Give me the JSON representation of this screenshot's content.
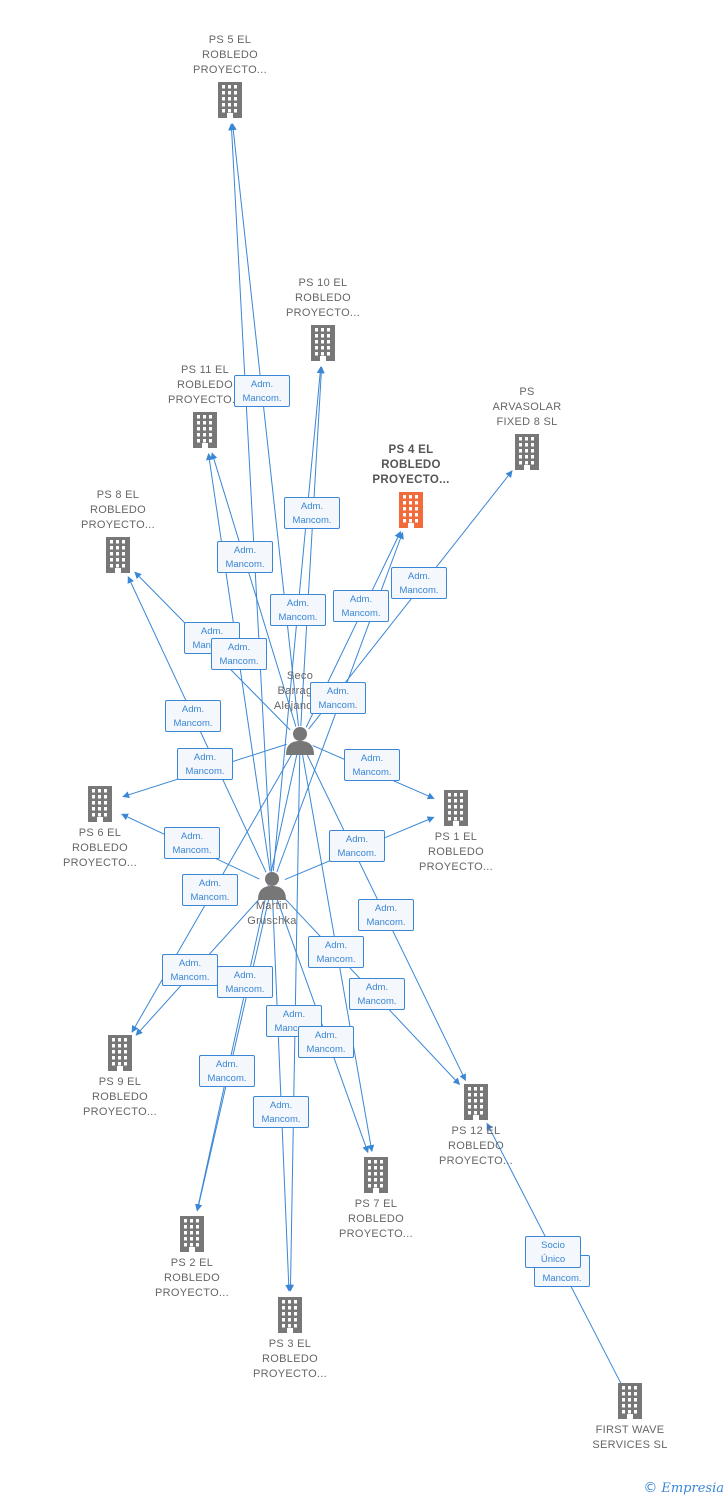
{
  "colors": {
    "edge": "#3a87d6",
    "building": "#777777",
    "building_highlight": "#f26b3a",
    "person": "#777777"
  },
  "nodes": [
    {
      "id": "ps5",
      "type": "company",
      "label": "PS 5 EL\nROBLEDO\nPROYECTO...",
      "highlight": false
    },
    {
      "id": "ps10",
      "type": "company",
      "label": "PS 10 EL\nROBLEDO\nPROYECTO...",
      "highlight": false
    },
    {
      "id": "ps11",
      "type": "company",
      "label": "PS 11 EL\nROBLEDO\nPROYECTO...",
      "highlight": false
    },
    {
      "id": "arva",
      "type": "company",
      "label": "PS\nARVASOLAR\nFIXED 8 SL",
      "highlight": false
    },
    {
      "id": "ps4",
      "type": "company",
      "label": "PS 4 EL\nROBLEDO\nPROYECTO...",
      "highlight": true
    },
    {
      "id": "ps8",
      "type": "company",
      "label": "PS 8 EL\nROBLEDO\nPROYECTO...",
      "highlight": false
    },
    {
      "id": "seco",
      "type": "person",
      "label": "Seco\nBarrag...\nAlejandr...",
      "highlight": false
    },
    {
      "id": "ps6",
      "type": "company",
      "label": "PS 6 EL\nROBLEDO\nPROYECTO...",
      "highlight": false
    },
    {
      "id": "ps1",
      "type": "company",
      "label": "PS 1 EL\nROBLEDO\nPROYECTO...",
      "highlight": false
    },
    {
      "id": "martin",
      "type": "person",
      "label": "Martin\nGruschka",
      "highlight": false
    },
    {
      "id": "ps9",
      "type": "company",
      "label": "PS 9 EL\nROBLEDO\nPROYECTO...",
      "highlight": false
    },
    {
      "id": "ps12",
      "type": "company",
      "label": "PS 12 EL\nROBLEDO\nPROYECTO...",
      "highlight": false
    },
    {
      "id": "ps7",
      "type": "company",
      "label": "PS 7 EL\nROBLEDO\nPROYECTO...",
      "highlight": false
    },
    {
      "id": "ps2",
      "type": "company",
      "label": "PS 2 EL\nROBLEDO\nPROYECTO...",
      "highlight": false
    },
    {
      "id": "ps3",
      "type": "company",
      "label": "PS 3 EL\nROBLEDO\nPROYECTO...",
      "highlight": false
    },
    {
      "id": "fws",
      "type": "company",
      "label": "FIRST WAVE\nSERVICES SL",
      "highlight": false
    }
  ],
  "edges": [
    {
      "from": "seco",
      "to": "ps5",
      "label": "Adm.\nMancom."
    },
    {
      "from": "martin",
      "to": "ps5",
      "label": "Adm.\nMancom."
    },
    {
      "from": "seco",
      "to": "ps10",
      "label": "Adm.\nMancom."
    },
    {
      "from": "martin",
      "to": "ps10",
      "label": "Adm.\nMancom."
    },
    {
      "from": "seco",
      "to": "ps11",
      "label": "Adm.\nMancom."
    },
    {
      "from": "martin",
      "to": "ps11",
      "label": "Adm.\nMancom."
    },
    {
      "from": "seco",
      "to": "arva",
      "label": "Adm.\nMancom."
    },
    {
      "from": "seco",
      "to": "ps4",
      "label": "Adm.\nMancom."
    },
    {
      "from": "martin",
      "to": "ps4",
      "label": "Adm.\nMancom."
    },
    {
      "from": "seco",
      "to": "ps8",
      "label": "Adm.\nMancom."
    },
    {
      "from": "martin",
      "to": "ps8",
      "label": "Adm.\nMancom."
    },
    {
      "from": "seco",
      "to": "ps6",
      "label": "Adm.\nMancom."
    },
    {
      "from": "martin",
      "to": "ps6",
      "label": "Adm.\nMancom."
    },
    {
      "from": "seco",
      "to": "ps1",
      "label": "Adm.\nMancom."
    },
    {
      "from": "martin",
      "to": "ps1",
      "label": "Adm.\nMancom."
    },
    {
      "from": "seco",
      "to": "ps9",
      "label": "Adm.\nMancom."
    },
    {
      "from": "martin",
      "to": "ps9",
      "label": "Adm.\nMancom."
    },
    {
      "from": "seco",
      "to": "ps12",
      "label": "Adm.\nMancom."
    },
    {
      "from": "martin",
      "to": "ps12",
      "label": "Adm.\nMancom."
    },
    {
      "from": "seco",
      "to": "ps7",
      "label": "Adm.\nMancom."
    },
    {
      "from": "martin",
      "to": "ps7",
      "label": "Adm.\nMancom."
    },
    {
      "from": "seco",
      "to": "ps2",
      "label": "Adm.\nMancom."
    },
    {
      "from": "martin",
      "to": "ps2",
      "label": "Adm.\nMancom."
    },
    {
      "from": "seco",
      "to": "ps3",
      "label": "Adm.\nMancom."
    },
    {
      "from": "martin",
      "to": "ps3",
      "label": "Adm.\nMancom."
    },
    {
      "from": "fws",
      "to": "ps12",
      "label": "Socio\nÚnico"
    }
  ],
  "footer": {
    "copyright": "©",
    "brand": "Empresia"
  }
}
